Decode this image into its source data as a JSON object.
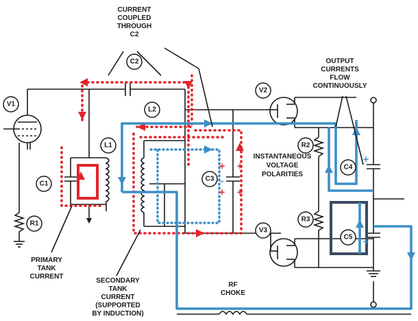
{
  "components": {
    "v1": "V1",
    "v2": "V2",
    "v3": "V3",
    "c1": "C1",
    "c2": "C2",
    "c3": "C3",
    "c4": "C4",
    "c5": "C5",
    "l1": "L1",
    "l2": "L2",
    "r1": "R1",
    "r2": "R2",
    "r3": "R3"
  },
  "annotations": {
    "c2_coupling": [
      "CURRENT",
      "COUPLED",
      "THROUGH",
      "C2"
    ],
    "output_currents": [
      "OUTPUT",
      "CURRENTS",
      "FLOW",
      "CONTINUOUSLY"
    ],
    "polarities": [
      "INSTANTANEOUS",
      "VOLTAGE",
      "POLARITIES"
    ],
    "primary_tank": [
      "PRIMARY",
      "TANK",
      "CURRENT"
    ],
    "secondary_tank": [
      "SECONDARY",
      "TANK",
      "CURRENT",
      "(SUPPORTED",
      "BY INDUCTION)"
    ],
    "rf_choke": [
      "RF",
      "CHOKE"
    ]
  },
  "polarity_signs": {
    "plus": "+",
    "minus": "-"
  },
  "colors": {
    "red_current": "#e0262b",
    "blue_current": "#3d8fc6",
    "dark_loop": "#3a4a63",
    "wire": "#1a1a1a"
  }
}
